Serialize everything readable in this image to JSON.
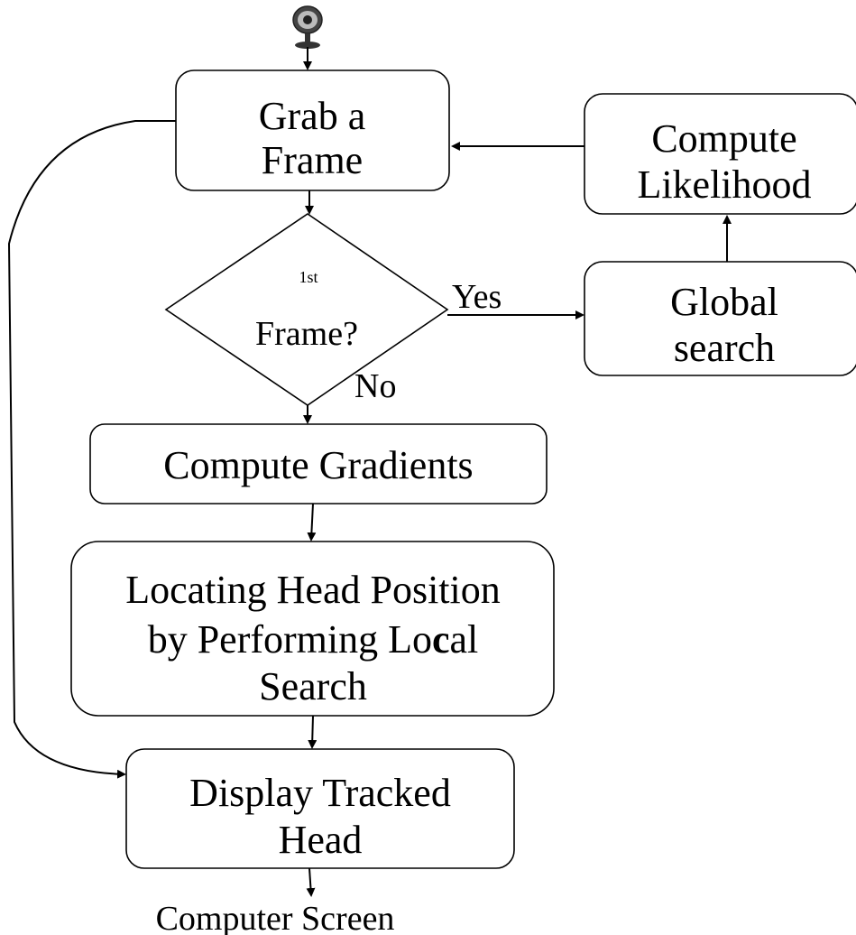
{
  "nodes": {
    "grab_frame": {
      "line1": "Grab a",
      "line2": "Frame"
    },
    "decision": {
      "superscript": "1st",
      "label": "Frame?"
    },
    "compute_likelihood": {
      "line1": "Compute",
      "line2": "Likelihood"
    },
    "global_search": {
      "line1": "Global",
      "line2": "search"
    },
    "compute_gradients": {
      "label": "Compute Gradients"
    },
    "locate_head": {
      "line1": "Locating Head Position",
      "line2_part1": "by Performing Lo",
      "line2_bold": "c",
      "line2_part2": "al",
      "line3": "Search"
    },
    "display_head": {
      "line1": "Display  Tracked",
      "line2": "Head"
    }
  },
  "edge_labels": {
    "yes": "Yes",
    "no": "No"
  },
  "output_label": "Computer Screen",
  "icons": {
    "camera": "webcam-icon"
  },
  "colors": {
    "stroke": "#000000",
    "background": "#ffffff"
  }
}
